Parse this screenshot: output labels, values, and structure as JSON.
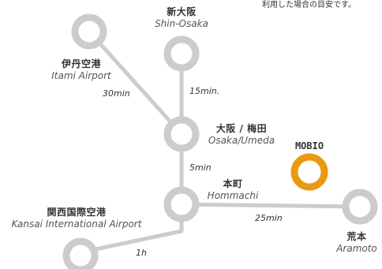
{
  "note": "利用した場合の目安です。",
  "stations": {
    "shin_osaka": {
      "jp": "新大阪",
      "en": "Shin-Osaka"
    },
    "itami": {
      "jp": "伊丹空港",
      "en": "Itami Airport"
    },
    "umeda": {
      "jp": "大阪 / 梅田",
      "en": "Osaka/Umeda"
    },
    "hommachi": {
      "jp": "本町",
      "en": "Hommachi"
    },
    "kansai": {
      "jp": "関西国際空港",
      "en": "Kansai International Airport"
    },
    "aramoto": {
      "jp": "荒本",
      "en": "Aramoto"
    },
    "mobio": {
      "label": "MOBIO"
    }
  },
  "durations": {
    "itami_umeda": "30min",
    "shin_osaka_umeda": "15min.",
    "umeda_hommachi": "5min",
    "hommachi_aramoto": "25min",
    "kansai_hommachi": "1h"
  },
  "colors": {
    "line": "#cccccc",
    "node_ring": "#cccccc",
    "mobio_ring": "#ea9a12",
    "text": "#333333"
  }
}
